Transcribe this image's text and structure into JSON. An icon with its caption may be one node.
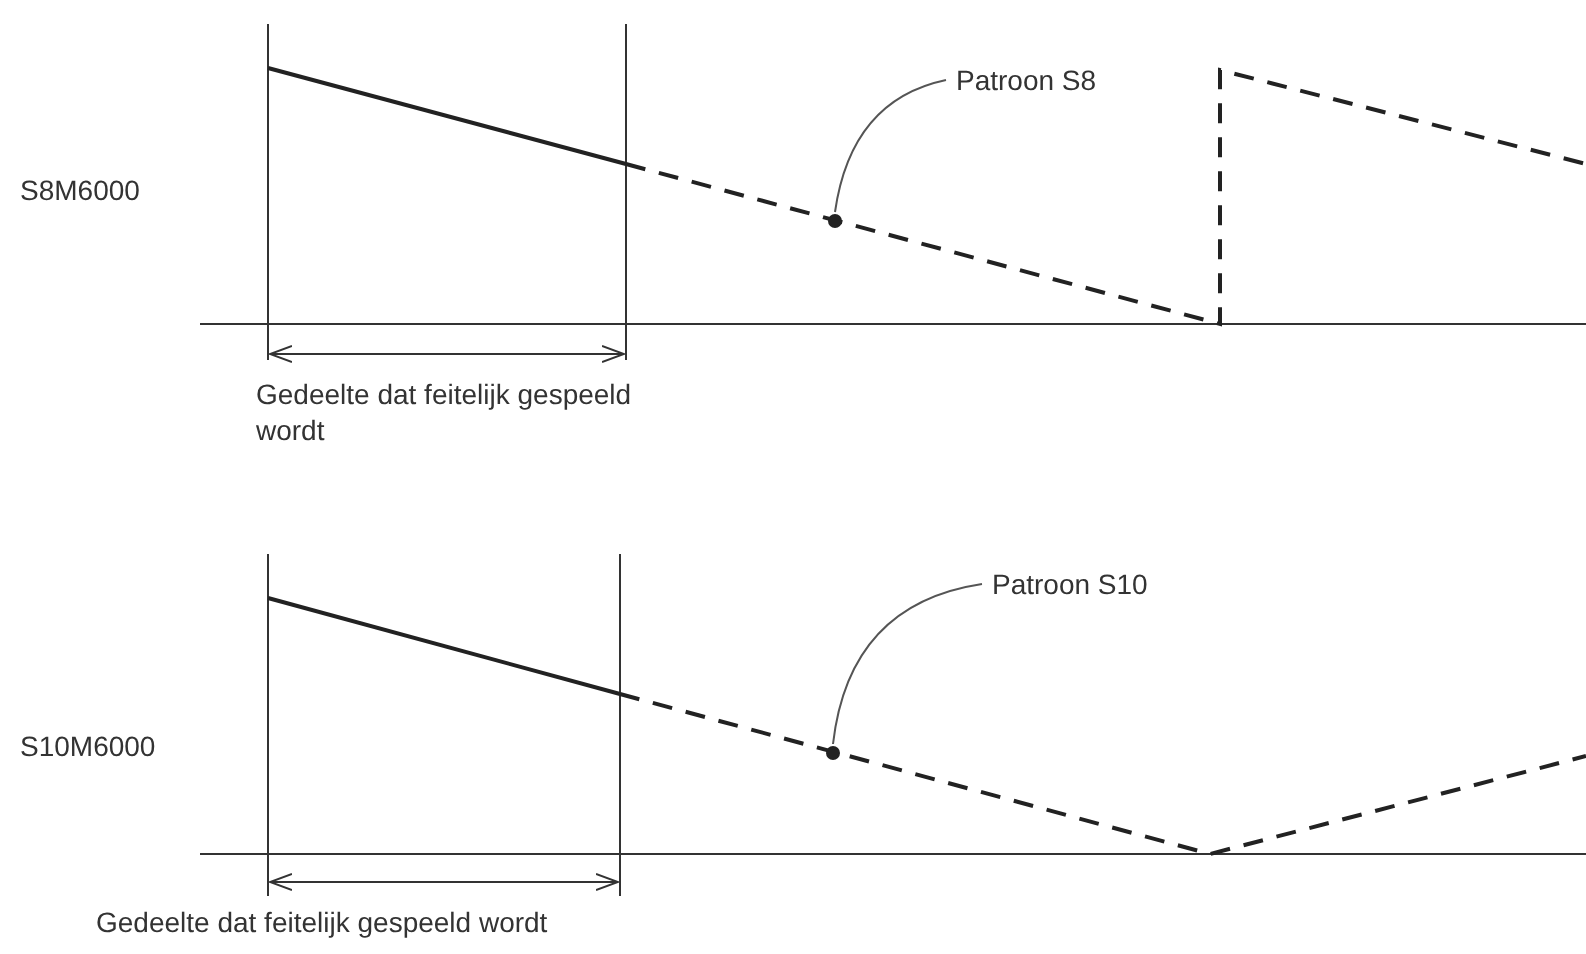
{
  "diagram": {
    "nodes": [
      {
        "text": [
          "Patroon S8"
        ]
      },
      {
        "text": [],
        "shape": "circle"
      },
      {
        "text": [
          "Patroon S10"
        ]
      },
      {
        "text": [],
        "shape": "circle"
      }
    ],
    "edges": [
      {
        "from": 0,
        "to": 1,
        "arrow": "none"
      },
      {
        "from": 2,
        "to": 3,
        "arrow": "none"
      }
    ],
    "labels": [
      "S8M6000",
      "Gedeelte dat feitelijk gespeeld wordt",
      "S10M6000",
      "Gedeelte dat feitelijk gespeeld wordt"
    ]
  }
}
